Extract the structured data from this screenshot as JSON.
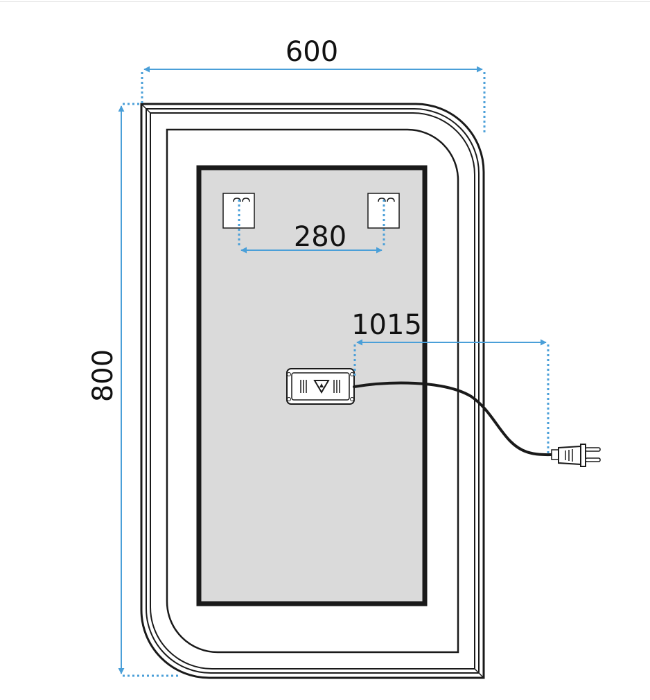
{
  "dimensions": {
    "width": "600",
    "height": "800",
    "mount_spacing": "280",
    "cable_length": "1015"
  },
  "colors": {
    "dimension_line": "#4a9fd8",
    "outline": "#1a1a1a",
    "mirror_surface": "#dadada",
    "background": "#ffffff"
  },
  "icons": {
    "mounting_bracket": "hook-bracket-icon",
    "driver_box": "led-driver-box-icon",
    "plug": "euro-plug-icon",
    "warning": "warning-triangle-icon"
  }
}
